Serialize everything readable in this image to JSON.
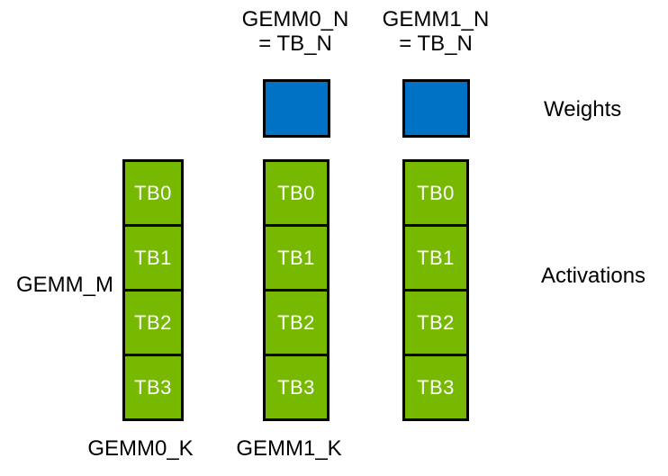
{
  "colors": {
    "green": "#76B900",
    "blue": "#0072C6",
    "border": "#000000",
    "tb_text": "#ffffff",
    "label_text": "#000000",
    "background": "#ffffff"
  },
  "top_labels": [
    {
      "line1": "GEMM0_N",
      "line2": "= TB_N"
    },
    {
      "line1": "GEMM1_N",
      "line2": "= TB_N"
    }
  ],
  "side_labels": {
    "weights": "Weights",
    "activations": "Activations",
    "gemm_m": "GEMM_M"
  },
  "bottom_labels": [
    "GEMM0_K",
    "GEMM1_K"
  ],
  "columns": [
    {
      "blocks": [
        "TB0",
        "TB1",
        "TB2",
        "TB3"
      ]
    },
    {
      "blocks": [
        "TB0",
        "TB1",
        "TB2",
        "TB3"
      ]
    },
    {
      "blocks": [
        "TB0",
        "TB1",
        "TB2",
        "TB3"
      ]
    }
  ]
}
